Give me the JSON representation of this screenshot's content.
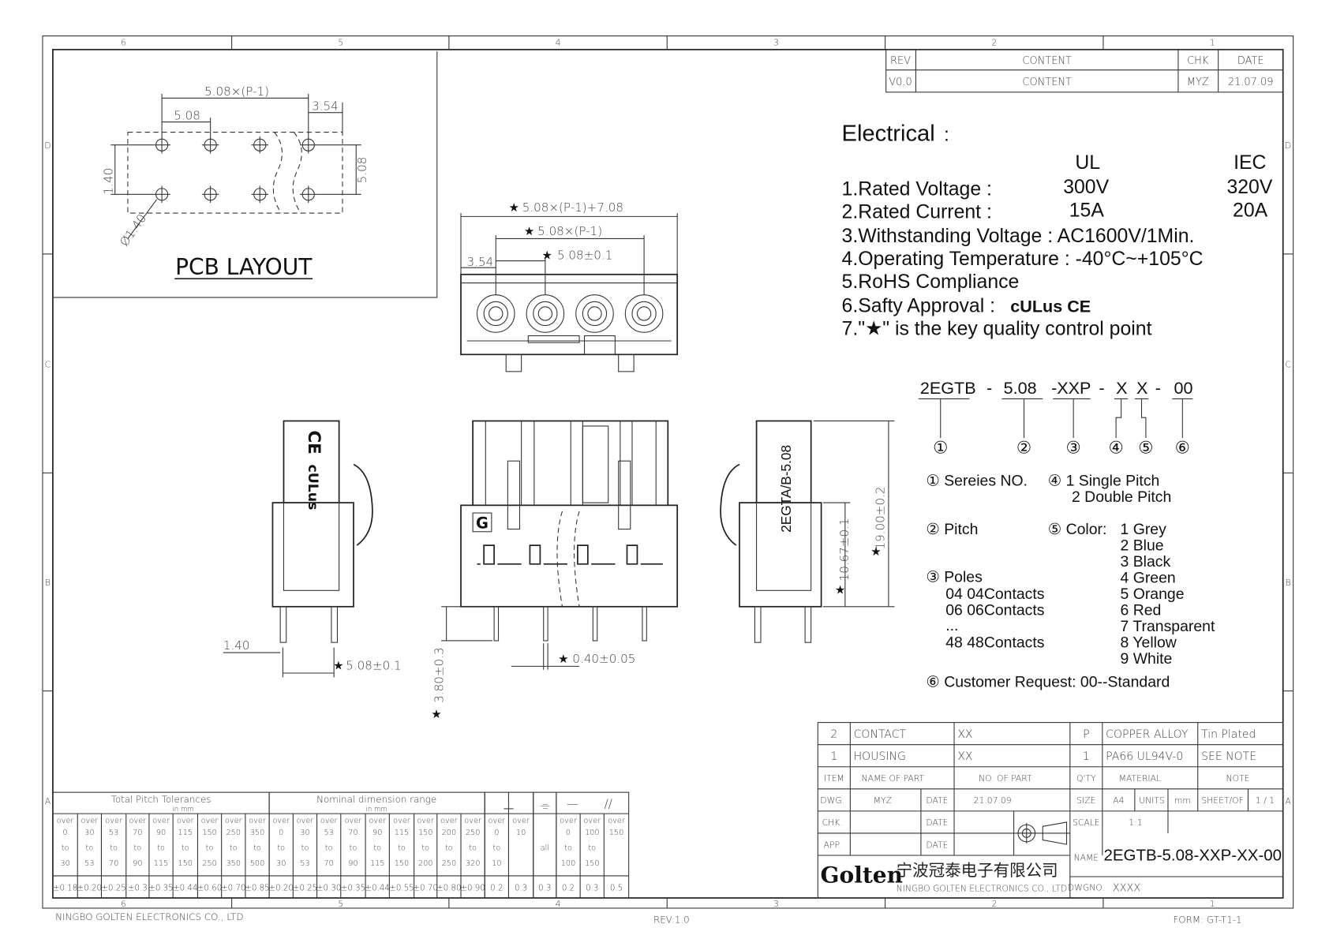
{
  "zones": {
    "cols": [
      "6",
      "5",
      "4",
      "3",
      "2",
      "1"
    ],
    "rows": [
      "D",
      "C",
      "B",
      "A"
    ]
  },
  "revision_table": {
    "headers": [
      "REV",
      "CONTENT",
      "CHK",
      "DATE"
    ],
    "row": [
      "V0.0",
      "CONTENT",
      "MYZ",
      "21.07.09"
    ]
  },
  "pcb_layout": {
    "title": "PCB LAYOUT",
    "dims": {
      "span": "5.08×(P-1)",
      "pitch": "5.08",
      "edge": "3.54",
      "row_gap": "1.40",
      "row_pitch": "5.08",
      "hole": "Ø1.40"
    }
  },
  "top_view": {
    "dims": {
      "overall": "5.08×(P-1)+7.08",
      "span": "5.08×(P-1)",
      "pitch": "5.08±0.1",
      "edge": "3.54"
    }
  },
  "front_view": {
    "dims": {
      "pin_width": "0.40±0.05",
      "pin_length": "3.80±0.3"
    },
    "logo_letter": "G"
  },
  "left_view": {
    "dims": {
      "offset": "1.40",
      "pitch": "5.08±0.1"
    },
    "marks": [
      "CE",
      "cULus"
    ]
  },
  "right_view": {
    "label": "2EGTA/B-5.08",
    "dims": {
      "height": "19.00±0.2",
      "mid": "10.67±0.1"
    }
  },
  "key_mark": "★",
  "electrical": {
    "title": "Electrical",
    "col_ul": "UL",
    "col_iec": "IEC",
    "items": [
      {
        "label": "1.Rated Voltage :",
        "ul": "300V",
        "iec": "320V"
      },
      {
        "label": "2.Rated Current :",
        "ul": "15A",
        "iec": "20A"
      },
      {
        "label": "3.Withstanding Voltage : AC1600V/1Min."
      },
      {
        "label": "4.Operating Temperature : -40°C~+105°C"
      },
      {
        "label": "5.RoHS Compliance"
      },
      {
        "label": "6.Safty Approval :",
        "marks": "cULus CE"
      },
      {
        "label": "7.\"★\" is the key quality control point"
      }
    ]
  },
  "part_number": {
    "segments": [
      "2EGTB",
      "-",
      "5.08",
      "-XXP",
      "-",
      "X",
      "X",
      "-",
      "00"
    ],
    "markers": [
      "①",
      "②",
      "③",
      "④",
      "⑤",
      "⑥"
    ]
  },
  "legend": {
    "series": "① Sereies NO.",
    "pitch": "② Pitch",
    "poles_title": "③ Poles",
    "poles": [
      "04   04Contacts",
      "06   06Contacts",
      "...",
      "48   48Contacts"
    ],
    "pitch_type_1": "④ 1  Single Pitch",
    "pitch_type_2": "2  Double Pitch",
    "color_title": "⑤ Color:",
    "colors": [
      "1 Grey",
      "2 Blue",
      "3 Black",
      "4 Green",
      "5 Orange",
      "6 Red",
      "7 Transparent",
      "8 Yellow",
      "9 White"
    ],
    "customer": "⑥   Customer Request: 00--Standard"
  },
  "tolerance_table": {
    "pitch_header": "Total Pitch Tolerances",
    "nominal_header": "Nominal dimension range",
    "unit": "in mm",
    "sym_perp": "⊥",
    "sym_sym": "⌯",
    "sym_flat": "—",
    "sym_par": "//",
    "columns": [
      {
        "from": "over 0",
        "to": "to 30",
        "tol": "±0.18"
      },
      {
        "from": "over 30",
        "to": "to 53",
        "tol": "±0.20"
      },
      {
        "from": "over 53",
        "to": "to 70",
        "tol": "±0.25"
      },
      {
        "from": "over 70",
        "to": "to 90",
        "tol": "±0.3"
      },
      {
        "from": "over 90",
        "to": "to 115",
        "tol": "±0.35"
      },
      {
        "from": "over 115",
        "to": "to 150",
        "tol": "±0.44"
      },
      {
        "from": "over 150",
        "to": "to 250",
        "tol": "±0.60"
      },
      {
        "from": "over 250",
        "to": "to 350",
        "tol": "±0.70"
      },
      {
        "from": "over 350",
        "to": "to 500",
        "tol": "±0.85"
      },
      {
        "from": "over 0",
        "to": "to 30",
        "tol": "±0.20"
      },
      {
        "from": "over 30",
        "to": "to 53",
        "tol": "±0.25"
      },
      {
        "from": "over 53",
        "to": "to 70",
        "tol": "±0.30"
      },
      {
        "from": "over 70",
        "to": "to 90",
        "tol": "±0.35"
      },
      {
        "from": "over 90",
        "to": "to 115",
        "tol": "±0.44"
      },
      {
        "from": "over 115",
        "to": "to 150",
        "tol": "±0.55"
      },
      {
        "from": "over 150",
        "to": "to 200",
        "tol": "±0.70"
      },
      {
        "from": "over 200",
        "to": "to 250",
        "tol": "±0.80"
      },
      {
        "from": "over 250",
        "to": "to 320",
        "tol": "±0.90"
      },
      {
        "from": "over 0",
        "to": "to 10",
        "tol": "0.2"
      },
      {
        "from": "over 10",
        "to": "",
        "tol": "0.3"
      },
      {
        "from": "all",
        "to": "",
        "tol": "0.3"
      },
      {
        "from": "over 0",
        "to": "to 100",
        "tol": "0.2"
      },
      {
        "from": "over 100",
        "to": "to 150",
        "tol": "0.3"
      },
      {
        "from": "over 150",
        "to": "",
        "tol": "0.5"
      }
    ]
  },
  "title_block": {
    "bom": [
      {
        "item": "2",
        "name": "CONTACT",
        "no": "XX",
        "qty": "P",
        "material": "COPPER ALLOY",
        "note": "Tin Plated"
      },
      {
        "item": "1",
        "name": "HOUSING",
        "no": "XX",
        "qty": "1",
        "material": "PA66 UL94V-0",
        "note": "SEE NOTE"
      }
    ],
    "bom_headers": {
      "item": "ITEM",
      "name": "NAME OF PART",
      "no": "NO. OF PART",
      "qty": "Q'TY",
      "material": "MATERIAL",
      "note": "NOTE"
    },
    "dwg_label": "DWG.",
    "dwg_value": "MYZ",
    "date_label": "DATE",
    "dwg_date": "21.07.09",
    "chk_label": "CHK.",
    "app_label": "APP.",
    "size_label": "SIZE",
    "size_value": "A4",
    "units_label": "UNITS",
    "units_value": "mm",
    "sheet_label": "SHEET/OF",
    "sheet_value": "1 / 1",
    "scale_label": "SCALE",
    "scale_value": "1:1",
    "name_label": "NAME",
    "name_value": "2EGTB-5.08-XXP-XX-00",
    "dwgno_label": "DWGNO.",
    "dwgno_value": "XXXX",
    "company_logo": "Golten",
    "company_cn": "宁波冠泰电子有限公司",
    "company_en": "NINGBO GOLTEN ELECTRONICS CO., LTD"
  },
  "footer": {
    "company": "NINGBO GOLTEN ELECTRONICS CO., LTD",
    "rev": "REV:1.0",
    "form": "FORM: GT-T1-1"
  }
}
